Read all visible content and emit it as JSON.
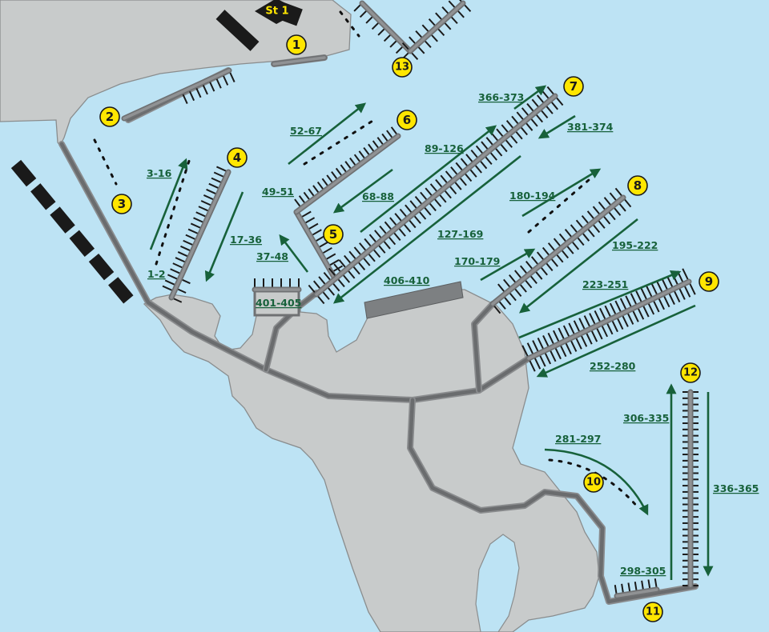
{
  "map": {
    "station": {
      "label": "St 1"
    },
    "docks": [
      {
        "number": "1"
      },
      {
        "number": "2"
      },
      {
        "number": "3"
      },
      {
        "number": "4"
      },
      {
        "number": "5"
      },
      {
        "number": "6"
      },
      {
        "number": "7"
      },
      {
        "number": "8"
      },
      {
        "number": "9"
      },
      {
        "number": "10"
      },
      {
        "number": "11"
      },
      {
        "number": "12"
      },
      {
        "number": "13"
      }
    ],
    "berth_ranges": [
      "1-2",
      "3-16",
      "17-36",
      "37-48",
      "49-51",
      "52-67",
      "68-88",
      "89-126",
      "127-169",
      "170-179",
      "180-194",
      "195-222",
      "223-251",
      "252-280",
      "281-297",
      "298-305",
      "306-335",
      "336-365",
      "366-373",
      "381-374",
      "401-405",
      "406-410"
    ],
    "colors": {
      "water": "#bde3f4",
      "land": "#c8cbcb",
      "pier": "#6f7173",
      "arrow": "#17613a",
      "badge": "#ffe600",
      "breakwater": "#1a1a1a"
    }
  }
}
